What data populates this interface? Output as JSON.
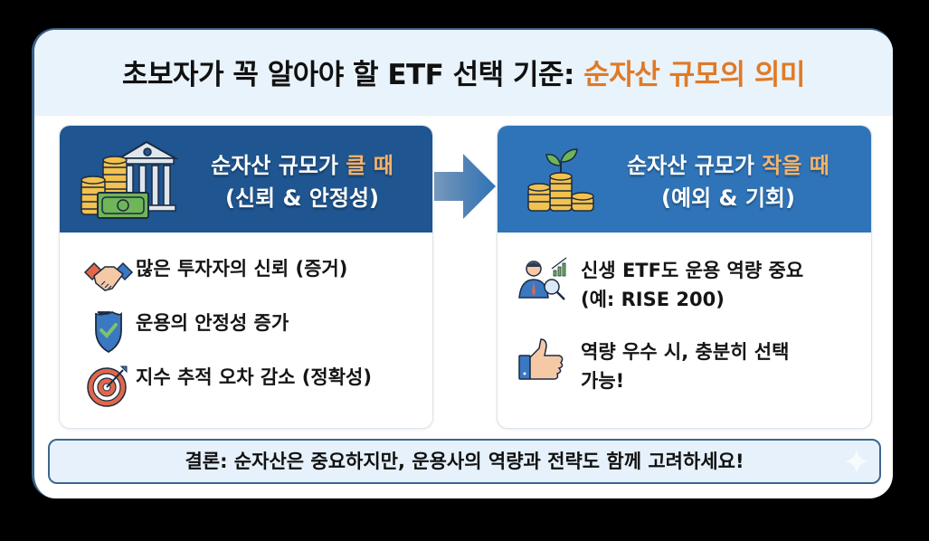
{
  "title": {
    "main": "초보자가 꼭 알아야 할 ETF 선택 기준: ",
    "accent": "순자산 규모의 의미"
  },
  "left_panel": {
    "heading_line1_prefix": "순자산 규모가 ",
    "heading_line1_highlight": "클 때",
    "heading_line2": "(신뢰 & 안정성)",
    "icon": "bank-coins-cash-icon",
    "items": [
      {
        "icon": "handshake-icon",
        "text": "많은 투자자의 신뢰 (증거)"
      },
      {
        "icon": "shield-check-icon",
        "text": "운용의 안정성 증가"
      },
      {
        "icon": "target-icon",
        "text": "지수 추적 오차 감소 (정확성)"
      }
    ]
  },
  "right_panel": {
    "heading_line1_prefix": "순자산 규모가 ",
    "heading_line1_highlight": "작을 때",
    "heading_line2": "(예외 & 기회)",
    "icon": "sprout-coins-icon",
    "items": [
      {
        "icon": "analyst-chart-icon",
        "text_line1": "신생 ETF도 운용 역량 중요",
        "text_line2": "(예: RISE 200)"
      },
      {
        "icon": "thumbs-up-icon",
        "text_line1": "역량 우수 시, 충분히 선택",
        "text_line2": "가능!"
      }
    ]
  },
  "conclusion": "결론: 순자산은 중요하지만, 운용사의 역량과 전략도 함께 고려하세요!",
  "colors": {
    "accent_orange": "#e07a26",
    "left_header_blue": "#1f5590",
    "right_header_blue": "#2f74b8",
    "highlight_peach": "#f4b36b",
    "title_band": "#e9f3fc"
  }
}
